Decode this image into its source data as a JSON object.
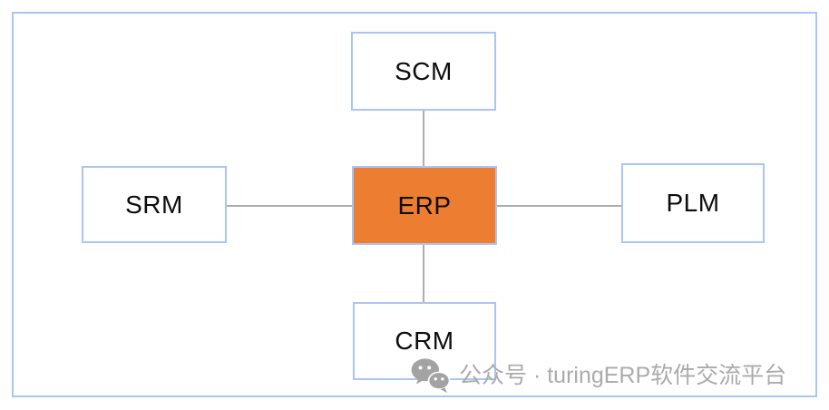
{
  "diagram": {
    "center_node": {
      "id": "erp",
      "label": "ERP",
      "fill": "#ED7D31"
    },
    "satellite_nodes": [
      {
        "id": "scm",
        "label": "SCM",
        "position": "top"
      },
      {
        "id": "srm",
        "label": "SRM",
        "position": "left"
      },
      {
        "id": "plm",
        "label": "PLM",
        "position": "right"
      },
      {
        "id": "crm",
        "label": "CRM",
        "position": "bottom"
      }
    ],
    "connections": [
      {
        "from": "erp",
        "to": "scm"
      },
      {
        "from": "erp",
        "to": "srm"
      },
      {
        "from": "erp",
        "to": "plm"
      },
      {
        "from": "erp",
        "to": "crm"
      }
    ],
    "colors": {
      "box_border": "#A9C6F2",
      "outer_frame_border": "#A9C6F2",
      "center_fill": "#ED7D31",
      "connector": "#ADADAD",
      "label_text": "#0D0D0D"
    }
  },
  "watermark": {
    "icon": "wechat-icon",
    "text": "公众号 · turingERP软件交流平台",
    "color": "#ABABAB"
  }
}
